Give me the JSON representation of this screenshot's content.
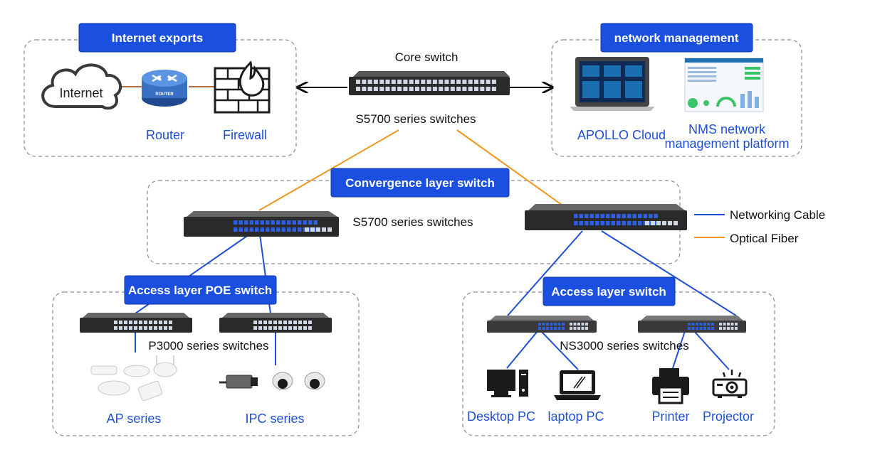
{
  "zones": {
    "internet": {
      "title": "Internet exports",
      "internet_label": "Internet",
      "router_badge": "ROUTER",
      "router_label": "Router",
      "firewall_label": "Firewall"
    },
    "core": {
      "title": "Core switch",
      "series": "S5700 series switches"
    },
    "management": {
      "title": "network management",
      "apollo_label": "APOLLO Cloud",
      "nms_label_1": "NMS network",
      "nms_label_2": "management platform"
    },
    "convergence": {
      "title": "Convergence layer switch",
      "series": "S5700 series switches"
    },
    "access_poe": {
      "title": "Access layer POE switch",
      "series": "P3000 series switches",
      "ap_label": "AP series",
      "ipc_label": "IPC series"
    },
    "access": {
      "title": "Access layer switch",
      "series": "NS3000 series switches",
      "desktop_label": "Desktop  PC",
      "laptop_label": "laptop PC",
      "printer_label": "Printer",
      "projector_label": "Projector"
    }
  },
  "legend": {
    "networking_cable": "Networking Cable",
    "optical_fiber": "Optical Fiber",
    "networking_color": "#1f4fd6",
    "optical_color": "#f0961e"
  },
  "colors": {
    "header": "#1a4fe0",
    "label": "#1f4fd6"
  }
}
